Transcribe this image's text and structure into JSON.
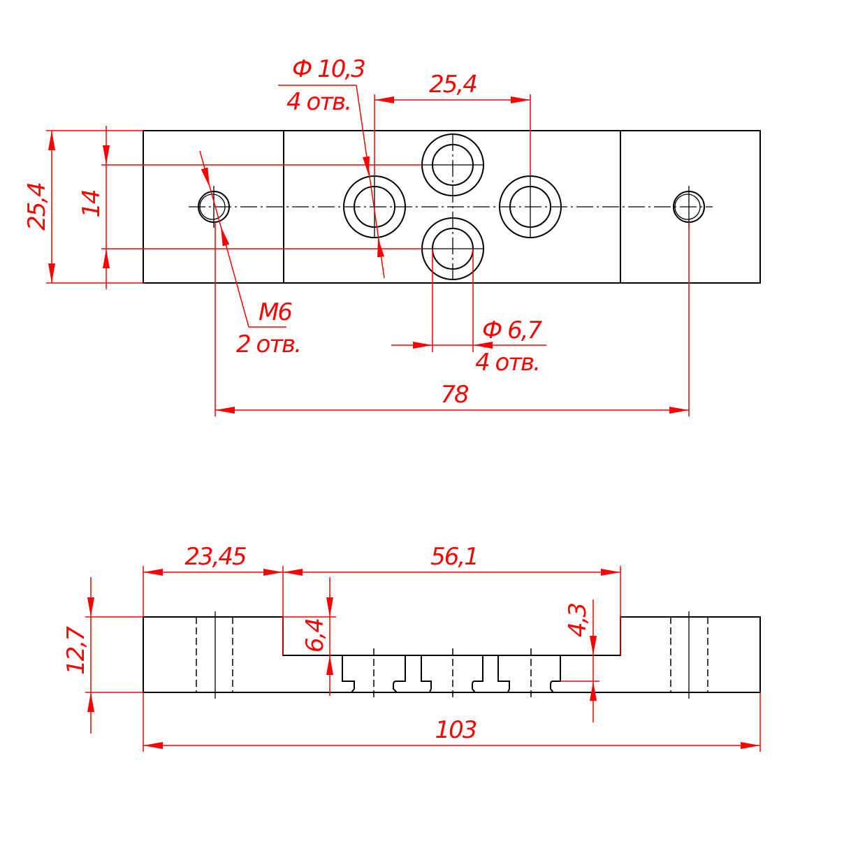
{
  "top_view": {
    "dim_hole_large": "Ф 10,3",
    "dim_hole_large_qty": "4 отв.",
    "dim_spacing": "25,4",
    "dim_height": "25,4",
    "dim_inner": "14",
    "dim_thread": "M6",
    "dim_thread_qty": "2 отв.",
    "dim_hole_small": "Ф 6,7",
    "dim_hole_small_qty": "4 отв.",
    "dim_length": "78"
  },
  "front_view": {
    "dim_left": "23,45",
    "dim_pocket": "56,1",
    "dim_height": "12,7",
    "dim_pocket_depth": "6,4",
    "dim_slot": "4,3",
    "dim_total": "103"
  },
  "colors": {
    "dimension": "#ff0000",
    "outline": "#000000"
  }
}
